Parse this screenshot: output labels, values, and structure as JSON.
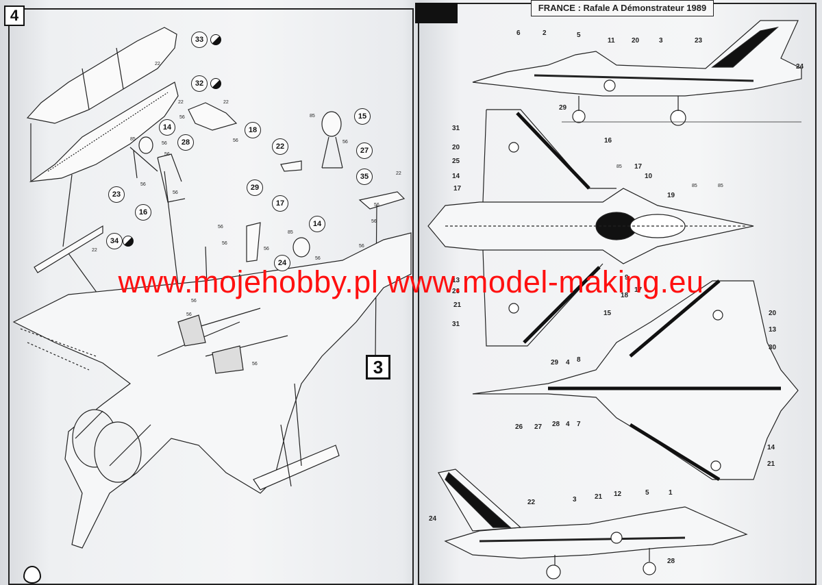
{
  "page": {
    "step_left": "4",
    "step_right": "3",
    "title": "FRANCE : Rafale A Démonstrateur  1989",
    "watermark": "www.mojehobby.pl www.model-making.eu",
    "logo_icon": "brush-star-icon",
    "drop_icon": "water-drop-icon"
  },
  "left_callouts": [
    "33",
    "32",
    "18",
    "15",
    "22",
    "27",
    "35",
    "14",
    "28",
    "23",
    "16",
    "29",
    "17",
    "14",
    "34",
    "24"
  ],
  "left_labels": [
    "22",
    "22",
    "22",
    "56",
    "56",
    "85",
    "56",
    "56",
    "56",
    "85",
    "56",
    "56",
    "56",
    "56",
    "85",
    "56",
    "56",
    "56",
    "56",
    "22",
    "56",
    "56",
    "56",
    "56",
    "22"
  ],
  "right_labels": [
    "6",
    "2",
    "5",
    "11",
    "20",
    "3",
    "23",
    "24",
    "29",
    "31",
    "16",
    "20",
    "25",
    "14",
    "17",
    "85",
    "17",
    "10",
    "19",
    "85",
    "85",
    "13",
    "26",
    "21",
    "31",
    "18",
    "17",
    "15",
    "9",
    "20",
    "13",
    "30",
    "29",
    "4",
    "8",
    "26",
    "27",
    "28",
    "4",
    "7",
    "14",
    "21",
    "22",
    "3",
    "21",
    "12",
    "5",
    "1",
    "24",
    "28"
  ],
  "colors": {
    "watermark": "#ff1010",
    "line": "#111111",
    "paper": "#f4f5f6"
  }
}
